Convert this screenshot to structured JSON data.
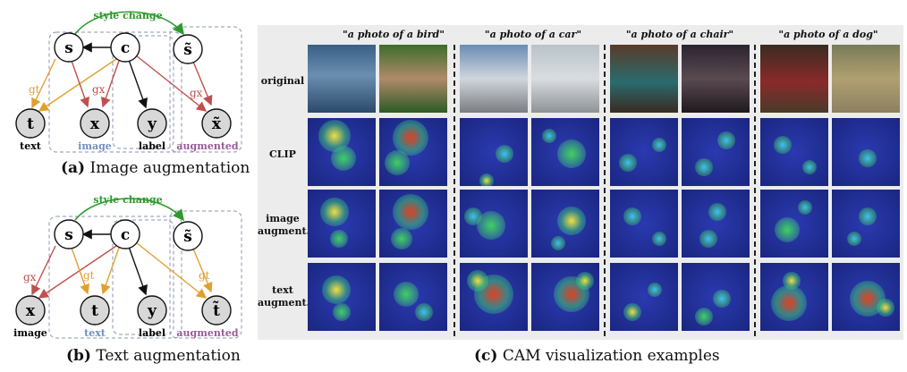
{
  "panel_a": {
    "style_change": "style change",
    "nodes": {
      "s": "s",
      "c": "c",
      "s_tilde": "s̃",
      "t": "t",
      "x": "x",
      "y": "y",
      "x_tilde": "x̃"
    },
    "edge_labels": {
      "gt": "gt",
      "gx_left": "gx",
      "gx_right": "gx"
    },
    "node_labels": {
      "text": "text",
      "image": "image",
      "label": "label",
      "augmented": "augmented"
    },
    "caption_prefix": "(a)",
    "caption_text": " Image augmentation"
  },
  "panel_b": {
    "style_change": "style change",
    "nodes": {
      "s": "s",
      "c": "c",
      "s_tilde": "s̃",
      "x": "x",
      "t": "t",
      "y": "y",
      "t_tilde": "t̃"
    },
    "edge_labels": {
      "gx_left": "gx",
      "gt_left": "gt",
      "gt_right": "gt"
    },
    "node_labels": {
      "image": "image",
      "text": "text",
      "label": "label",
      "augmented": "augmented"
    },
    "caption_prefix": "(b)",
    "caption_text": " Text augmentation"
  },
  "panel_c": {
    "prompts": [
      "\"a photo of a bird\"",
      "\"a photo of a car\"",
      "\"a photo of a chair\"",
      "\"a photo of a dog\""
    ],
    "rows": [
      "original",
      "CLIP",
      "image augment.",
      "text augment."
    ],
    "caption_prefix": "(c)",
    "caption_text": " CAM visualization examples"
  },
  "colors": {
    "style_change": "#2e9a2e",
    "gt_edge": "#e0a030",
    "gx_edge": "#c0504d",
    "image_label": "#7090c0",
    "augmented_label": "#9a5a9a",
    "cam_base": "#1a2a9a"
  }
}
